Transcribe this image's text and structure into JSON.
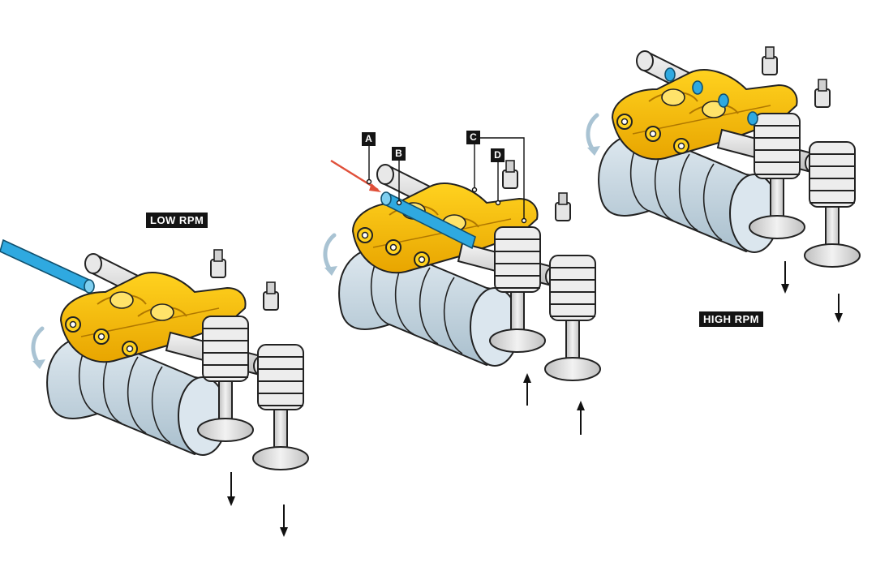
{
  "stages": {
    "low": {
      "label": "LOW RPM"
    },
    "high": {
      "label": "HIGH RPM"
    }
  },
  "callouts": {
    "a": "A",
    "b": "B",
    "c": "C",
    "d": "D"
  },
  "colors": {
    "rocker_arm": "#f2b705",
    "rocker_shade": "#d98e00",
    "locking_pin": "#2fa9e0",
    "camshaft": "#c9d9e4",
    "valve_spring": "#e6e6e6",
    "oil_pressure_arrow": "#e0503a",
    "rotation_arrow": "#a9c3d3"
  },
  "icons": {
    "rotation": "curved-arrow-icon",
    "valve_motion": "straight-arrow-icon",
    "oil_pressure": "red-arrow-icon"
  }
}
